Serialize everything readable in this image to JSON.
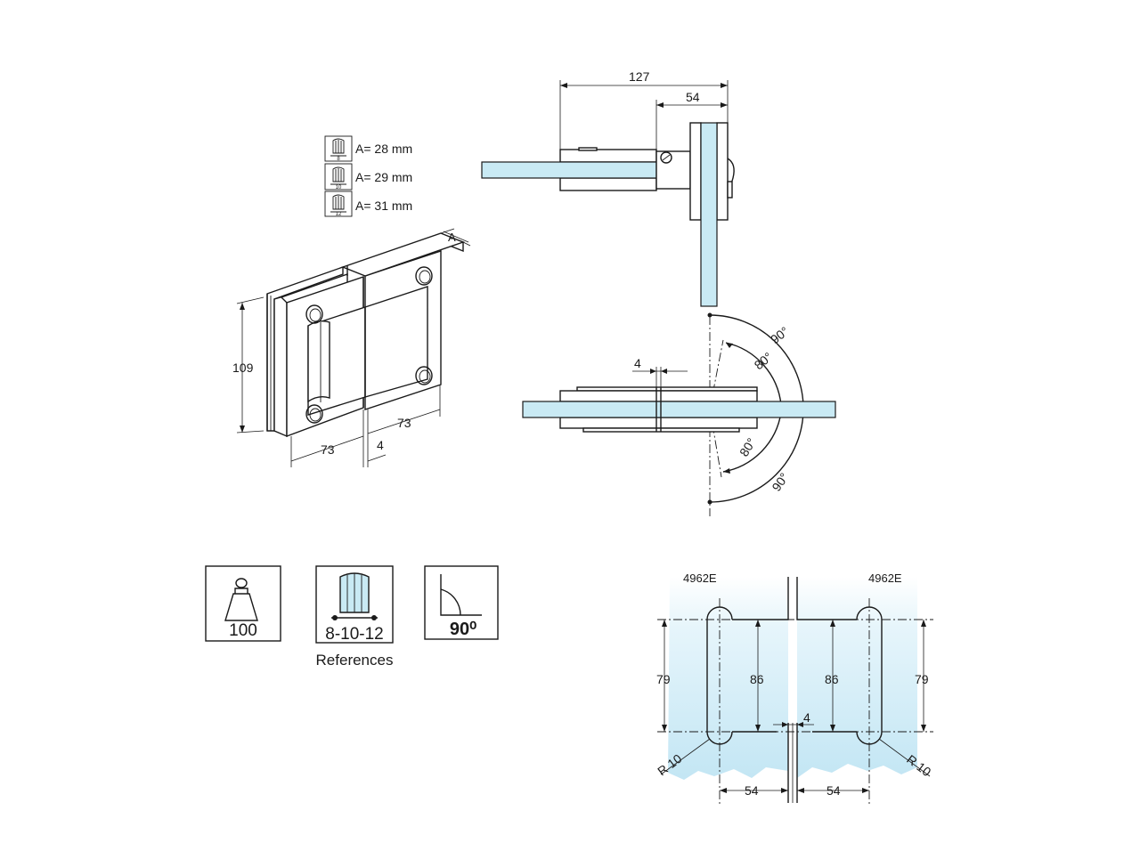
{
  "thickness_table": [
    {
      "icon_value": "8",
      "label": "A= 28 mm"
    },
    {
      "icon_value": "10",
      "label": "A= 29 mm"
    },
    {
      "icon_value": "12",
      "label": "A= 31 mm"
    }
  ],
  "iso_view": {
    "dim_height": "109",
    "dim_left_width": "73",
    "dim_right_width": "73",
    "dim_gap": "4",
    "dim_thickness": "A"
  },
  "top_view": {
    "dim_overall": "127",
    "dim_body": "54"
  },
  "rotation_view": {
    "dim_gap": "4",
    "angle_upper_outer": "90°",
    "angle_upper_inner": "80°",
    "angle_lower_inner": "80°",
    "angle_lower_outer": "90°"
  },
  "badges": {
    "load_value": "100",
    "glass_thickness": "8-10-12",
    "angle_value": "90⁰",
    "references_label": "References"
  },
  "cutout_view": {
    "left_code": "4962E",
    "right_code": "4962E",
    "dim_outer_height_left": "79",
    "dim_inner_height_left": "86",
    "dim_inner_height_right": "86",
    "dim_outer_height_right": "79",
    "dim_gap": "4",
    "dim_width_left": "54",
    "dim_width_right": "54",
    "radius_left": "R 10",
    "radius_right": "R 10"
  },
  "colors": {
    "glass": "#c9eaf4",
    "line": "#1a1a1a"
  }
}
